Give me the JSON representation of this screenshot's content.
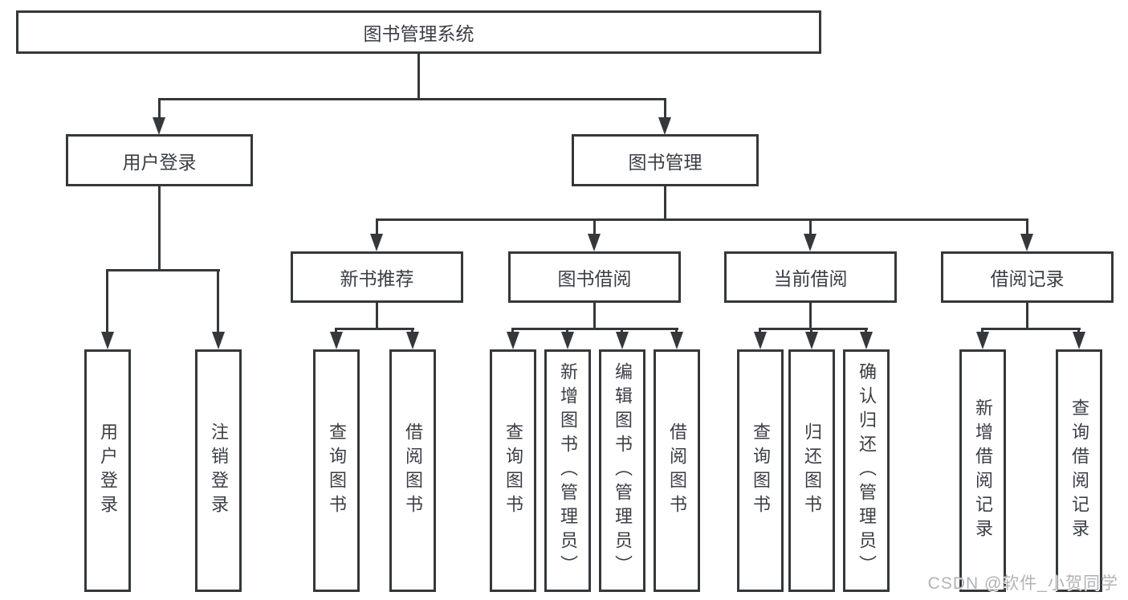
{
  "colors": {
    "line": "#35383b",
    "text": "#3a3f44",
    "bg": "#ffffff",
    "wm": "#b3b3b3"
  },
  "watermark": "CSDN @软件_小贺同学",
  "tree": {
    "root": {
      "label": "图书管理系统"
    },
    "branches": [
      {
        "label": "用户登录",
        "children": [
          {
            "label": "用户登录"
          },
          {
            "label": "注销登录"
          }
        ]
      },
      {
        "label": "图书管理",
        "sections": [
          {
            "label": "新书推荐",
            "children": [
              {
                "label": "查询图书"
              },
              {
                "label": "借阅图书"
              }
            ]
          },
          {
            "label": "图书借阅",
            "children": [
              {
                "label": "查询图书"
              },
              {
                "label": "新增图书（管理员）"
              },
              {
                "label": "编辑图书（管理员）"
              },
              {
                "label": "借阅图书"
              }
            ]
          },
          {
            "label": "当前借阅",
            "children": [
              {
                "label": "查询图书"
              },
              {
                "label": "归还图书"
              },
              {
                "label": "确认归还（管理员）"
              }
            ]
          },
          {
            "label": "借阅记录",
            "children": [
              {
                "label": "新增借阅记录"
              },
              {
                "label": "查询借阅记录"
              }
            ]
          }
        ]
      }
    ]
  }
}
